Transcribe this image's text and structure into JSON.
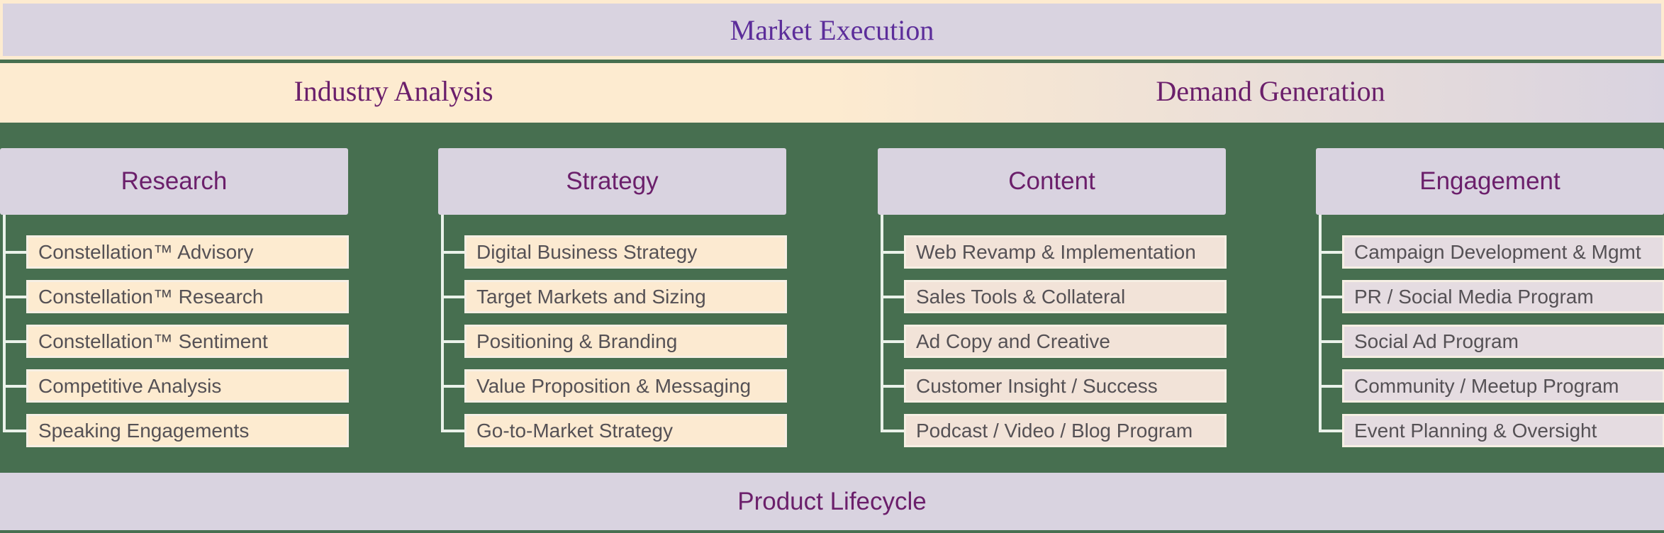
{
  "top": {
    "title": "Market Execution"
  },
  "band": {
    "left_title": "Industry Analysis",
    "right_title": "Demand Generation"
  },
  "columns": [
    {
      "title": "Research",
      "item_color": "#fdebd0",
      "items": [
        "Constellation™ Advisory",
        "Constellation™ Research",
        "Constellation™ Sentiment",
        "Competitive Analysis",
        "Speaking Engagements"
      ]
    },
    {
      "title": "Strategy",
      "item_color": "#fcead1",
      "items": [
        "Digital Business Strategy",
        "Target Markets and Sizing",
        "Positioning & Branding",
        "Value Proposition & Messaging",
        "Go-to-Market Strategy"
      ]
    },
    {
      "title": "Content",
      "item_color": "#f2e3d8",
      "items": [
        "Web Revamp & Implementation",
        "Sales Tools & Collateral",
        "Ad Copy and Creative",
        "Customer Insight / Success",
        "Podcast / Video / Blog Program"
      ]
    },
    {
      "title": "Engagement",
      "item_color": "#e5dce1",
      "items": [
        "Campaign Development & Mgmt",
        "PR / Social Media Program",
        "Social Ad Program",
        "Community / Meetup Program",
        "Event Planning & Oversight"
      ]
    }
  ],
  "bottom": {
    "title": "Product Lifecycle"
  }
}
